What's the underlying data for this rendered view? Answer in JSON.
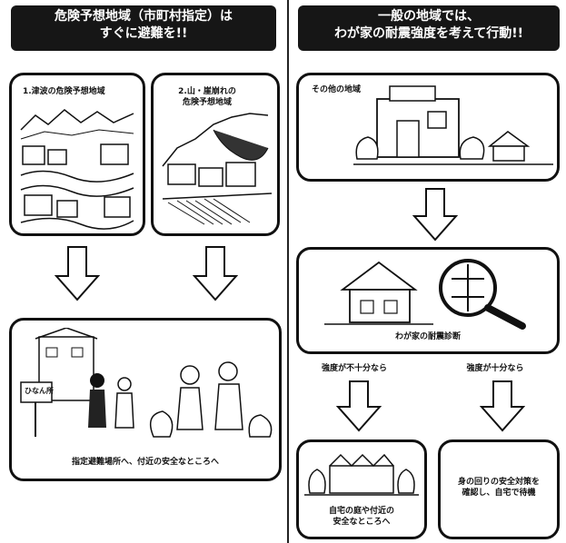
{
  "left": {
    "banner_line1": "危険予想地域（市町村指定）は",
    "banner_line2": "すぐに避難を!!",
    "area1_label": "1.津波の危険予想地域",
    "area2_label_line1": "2.山・崖崩れの",
    "area2_label_line2": "危険予想地域",
    "sign_text": "ひなん所",
    "evac_caption": "指定避難場所へ、付近の安全なところへ"
  },
  "right": {
    "banner_line1": "一般の地域では、",
    "banner_line2": "わが家の耐震強度を考えて行動!!",
    "other_area_label": "その他の地域",
    "diagnosis_caption": "わが家の耐震診断",
    "insufficient_label": "強度が不十分なら",
    "sufficient_label": "強度が十分なら",
    "outcome_left_line1": "自宅の庭や付近の",
    "outcome_left_line2": "安全なところへ",
    "outcome_right_line1": "身の回りの安全対策を",
    "outcome_right_line2": "確認し、自宅で待機"
  },
  "icons": [
    "down-arrow-icon",
    "magnifier-icon",
    "house-icon",
    "family-icon"
  ]
}
